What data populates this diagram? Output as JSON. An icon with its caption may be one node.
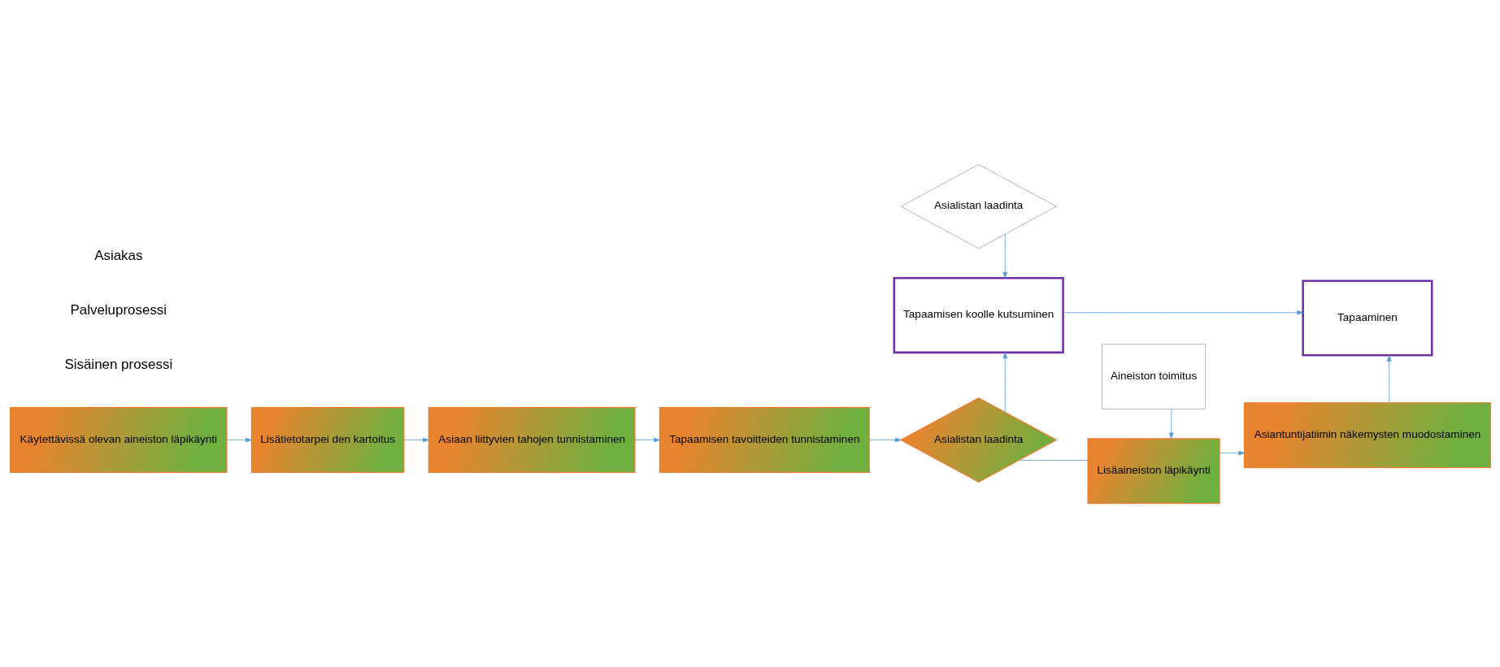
{
  "diagram": {
    "nodes": [
      {
        "text": [
          "Asialistan laadinta"
        ]
      },
      {
        "text": [
          "Aineiston toimitus"
        ]
      },
      {
        "text": [
          "Tapaamisen koolle kutsuminen"
        ]
      },
      {
        "text": [
          "Tapaaminen"
        ]
      },
      {
        "text": [
          "Käytettävissä olevan aineiston läpikäynti"
        ]
      },
      {
        "text": [
          "Lisätietotarpei den kartoitus"
        ]
      },
      {
        "text": [
          "Asiaan liittyvien tahojen tunnistaminen"
        ]
      },
      {
        "text": [
          "Tapaamisen tavoitteiden tunnistaminen"
        ]
      },
      {
        "text": [
          "Asialistan laadinta"
        ]
      },
      {
        "text": [
          "Lisäaineiston läpikäynti"
        ]
      },
      {
        "text": [
          "Asiantuntijatiimin näkemysten muodostaminen"
        ]
      }
    ],
    "edges": [
      {
        "from": 0,
        "to": 2,
        "arrow": "to"
      },
      {
        "from": 1,
        "to": 9,
        "arrow": "to"
      },
      {
        "from": 2,
        "to": 3,
        "arrow": "to"
      },
      {
        "from": 4,
        "to": 5,
        "arrow": "to"
      },
      {
        "from": 5,
        "to": 6,
        "arrow": "to"
      },
      {
        "from": 6,
        "to": 7,
        "arrow": "to"
      },
      {
        "from": 7,
        "to": 8,
        "arrow": "to"
      },
      {
        "from": 8,
        "to": 9,
        "arrow": "none"
      },
      {
        "from": 9,
        "to": 10,
        "arrow": "to"
      },
      {
        "from": 8,
        "to": 2,
        "arrow": "to"
      },
      {
        "from": 10,
        "to": 3,
        "arrow": "to"
      }
    ],
    "labels": [
      "Asiakas",
      "Palveluprosessi",
      "Sisäinen prosessi"
    ]
  }
}
